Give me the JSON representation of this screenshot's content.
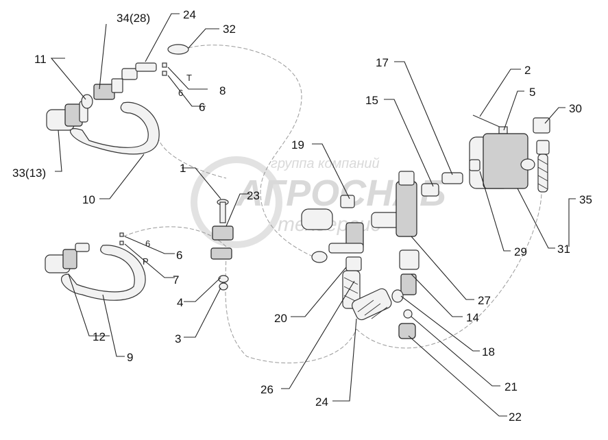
{
  "watermark": {
    "line1": "группа компаний",
    "line2": "АГРОСНАБ",
    "line3": "техсервис"
  },
  "callouts": [
    {
      "key": "p1",
      "text": "1"
    },
    {
      "key": "p2",
      "text": "2"
    },
    {
      "key": "p3",
      "text": "3"
    },
    {
      "key": "p4",
      "text": "4"
    },
    {
      "key": "p5",
      "text": "5"
    },
    {
      "key": "p6a",
      "text": "6"
    },
    {
      "key": "p6b",
      "text": "6"
    },
    {
      "key": "p7",
      "text": "7"
    },
    {
      "key": "p8",
      "text": "8"
    },
    {
      "key": "p9",
      "text": "9"
    },
    {
      "key": "p10",
      "text": "10"
    },
    {
      "key": "p11",
      "text": "11"
    },
    {
      "key": "p12",
      "text": "12"
    },
    {
      "key": "p14",
      "text": "14"
    },
    {
      "key": "p15",
      "text": "15"
    },
    {
      "key": "p17",
      "text": "17"
    },
    {
      "key": "p18",
      "text": "18"
    },
    {
      "key": "p19",
      "text": "19"
    },
    {
      "key": "p20",
      "text": "20"
    },
    {
      "key": "p21",
      "text": "21"
    },
    {
      "key": "p22",
      "text": "22"
    },
    {
      "key": "p23",
      "text": "23"
    },
    {
      "key": "p24a",
      "text": "24"
    },
    {
      "key": "p24b",
      "text": "24"
    },
    {
      "key": "p26",
      "text": "26"
    },
    {
      "key": "p27",
      "text": "27"
    },
    {
      "key": "p29",
      "text": "29"
    },
    {
      "key": "p30",
      "text": "30"
    },
    {
      "key": "p31",
      "text": "31"
    },
    {
      "key": "p32",
      "text": "32"
    },
    {
      "key": "p34",
      "text": "34(28)"
    },
    {
      "key": "p33",
      "text": "33(13)"
    },
    {
      "key": "p35",
      "text": "35"
    }
  ],
  "inline_labels": {
    "t_mark": "T",
    "p_mark": "P",
    "six_upper": "6",
    "six_lower": "6"
  }
}
